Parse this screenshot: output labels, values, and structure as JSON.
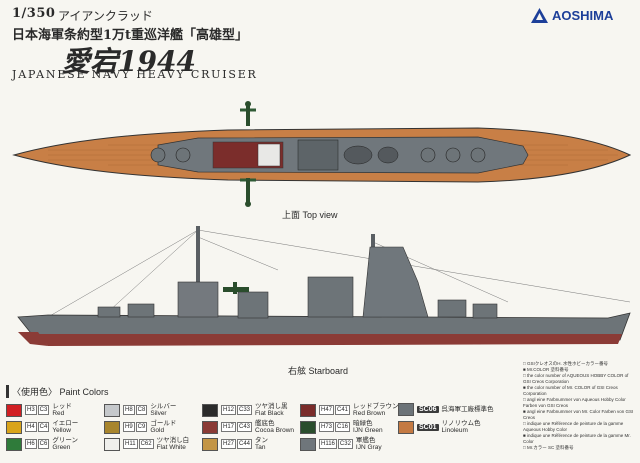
{
  "header": {
    "scale": "1/350",
    "series": "アイアンクラッド",
    "jp_subtitle": "日本海軍条約型1万t重巡洋艦「高雄型」",
    "model_name": "愛宕1944",
    "en_title": "JAPANESE NAVY HEAVY CRUISER",
    "brand": "AOSHIMA"
  },
  "views": {
    "top_label": "上面 Top view",
    "side_label": "右舷 Starboard"
  },
  "paint": {
    "title": "〈使用色〉 Paint Colors",
    "colors": [
      {
        "code_h": "3",
        "code_c": "3",
        "jp": "レッド",
        "en": "Red",
        "hex": "#d11f23"
      },
      {
        "code_h": "4",
        "code_c": "4",
        "jp": "イエロー",
        "en": "Yellow",
        "hex": "#d9a41a"
      },
      {
        "code_h": "6",
        "code_c": "6",
        "jp": "グリーン",
        "en": "Green",
        "hex": "#2f7b3a"
      },
      {
        "code_h": "8",
        "code_c": "8",
        "jp": "シルバー",
        "en": "Silver",
        "hex": "#c5c8cb"
      },
      {
        "code_h": "9",
        "code_c": "9",
        "jp": "ゴールド",
        "en": "Gold",
        "hex": "#a8852d"
      },
      {
        "code_h": "11",
        "code_c": "62",
        "jp": "ツヤ消し白",
        "en": "Flat White",
        "hex": "#efefec"
      },
      {
        "code_h": "12",
        "code_c": "33",
        "jp": "ツヤ消し黒",
        "en": "Flat Black",
        "hex": "#2b2b2b"
      },
      {
        "code_h": "17",
        "code_c": "43",
        "jp": "艦底色",
        "en": "Cocoa Brown",
        "hex": "#8a3a35"
      },
      {
        "code_h": "27",
        "code_c": "44",
        "jp": "タン",
        "en": "Tan",
        "hex": "#c39545"
      },
      {
        "code_h": "47",
        "code_c": "41",
        "jp": "レッドブラウン",
        "en": "Red Brown",
        "hex": "#7a2c2a"
      },
      {
        "code_h": "73",
        "code_c": "16",
        "jp": "暗緑色",
        "en": "IJN Green",
        "hex": "#2a4d2c"
      },
      {
        "code_h": "116",
        "code_c": "32",
        "jp": "軍艦色",
        "en": "IJN Gray",
        "hex": "#6f767b"
      },
      {
        "sc": "SC06",
        "jp": "呉海軍工廠標準色",
        "en": "",
        "hex": "#6c7378"
      },
      {
        "sc": "SC01",
        "jp": "リノリウム色",
        "en": "Linoleum",
        "hex": "#c47a43"
      }
    ]
  },
  "legend_lines": [
    "□ GSIクレオスのH. 水性ホビーカラー番号",
    "■ Mr.COLOR 塗料番号",
    "□ the color number of AQUEOUS HOBBY COLOR of GSI Creos Corporation",
    "■ the color number of Mr. COLOR of GSI Creos Corporation",
    "□ angl eine Farbnummer von Aqueous Hobby Color Farben von GSI Creos",
    "■ angl eine Farbnummer von Mr. Color Farben von GSI Creos",
    "□ indique une Référence de peinture de la gamme Aqueous Hobby Color",
    "■ indique une Référence de peinture de la gamme Mr. Color",
    "□ Mr.カラー SC 塗料番号"
  ],
  "colors": {
    "deck": "#c87f46",
    "hull": "#6d7478",
    "hull_below": "#8b3b36",
    "brand_blue": "#1d3f99"
  }
}
